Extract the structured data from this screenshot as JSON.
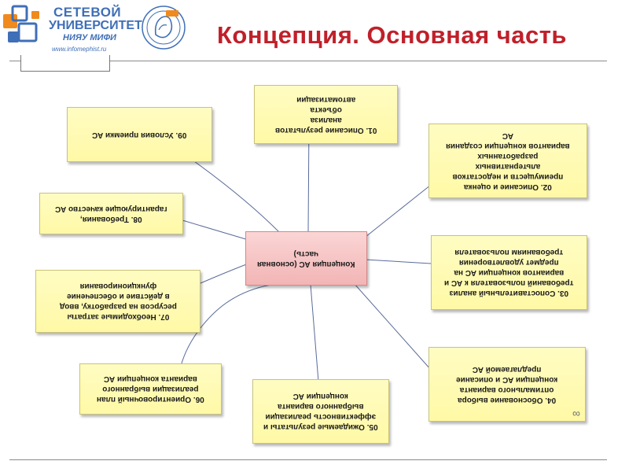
{
  "header": {
    "logo": {
      "line1": "СЕТЕВОЙ",
      "line2": "УНИВЕРСИТЕТ",
      "line3": "НИЯУ МИФИ",
      "url": "www.infomephist.ru"
    },
    "title": "Концепция. Основная часть"
  },
  "colors": {
    "title": "#c0202a",
    "box_fill": "#fffbb3",
    "center_fill": "#f7c6c6",
    "connector": "#5a6b9a",
    "logo_blue": "#3f6fb7"
  },
  "diagram": {
    "center": {
      "lines": [
        "Концепция АС (основная",
        "часть)"
      ]
    },
    "nodes": [
      {
        "lines": [
          "01. Описание результатов",
          "анализа",
          "объекта",
          "автоматизации"
        ]
      },
      {
        "lines": [
          "02. Описание и оценка",
          "преимуществ и недостатков",
          "альтернативных",
          "разработанных",
          "вариантов концепции создания",
          "АС"
        ]
      },
      {
        "lines": [
          "03. Сопоставительный анализ",
          "требований пользователя к АС и",
          "вариантов концепции АС на",
          "предмет удовлетворения",
          "требованиям пользователя"
        ]
      },
      {
        "lines": [
          "04. Обоснование выбора",
          "оптимального варианта",
          "концепции АС и описание",
          "предлагаемой АС"
        ]
      },
      {
        "lines": [
          "05. Ожидаемые результаты и",
          "эффективность реализации",
          "выбранного варианта",
          "концепции АС"
        ]
      },
      {
        "lines": [
          "06. Ориентировочный план",
          "реализации выбранного",
          "варианта концепции АС"
        ]
      },
      {
        "lines": [
          "07. Необходимые затраты",
          "ресурсов на разработку, ввод",
          "в действие и обеспечение",
          "функционирования"
        ]
      },
      {
        "lines": [
          "08. Требования,",
          "гарантирующие качество АС"
        ]
      },
      {
        "lines": [
          "09. Условия приемки АС"
        ]
      }
    ]
  }
}
